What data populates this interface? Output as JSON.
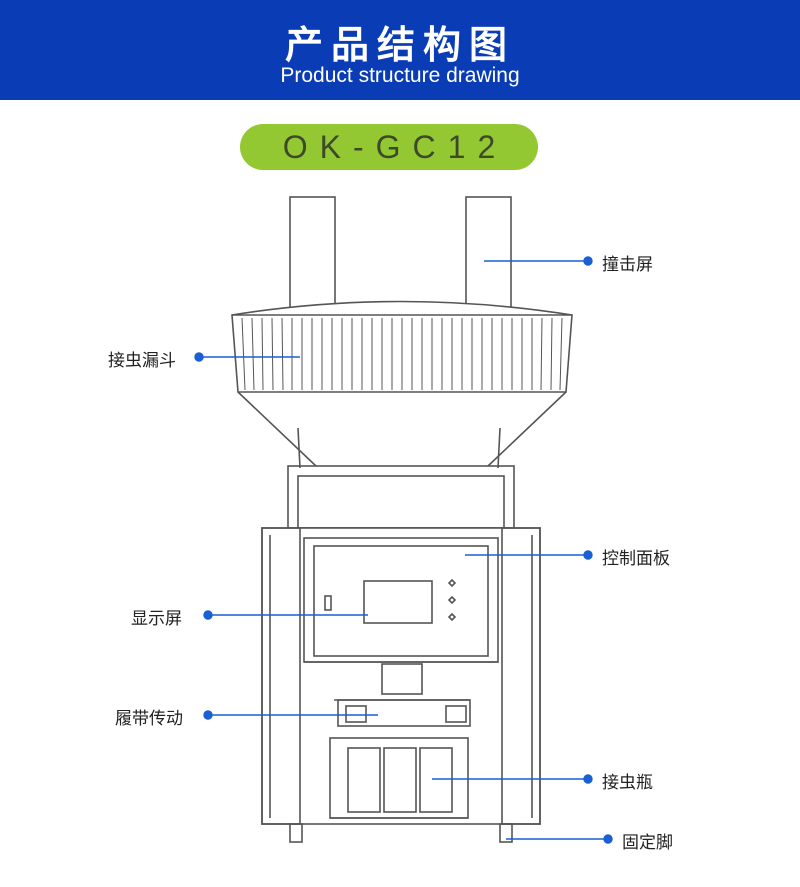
{
  "header": {
    "title": "产品结构图",
    "subtitle": "Product structure drawing"
  },
  "model": "OK-GC12",
  "callouts": {
    "impact_screen": "撞击屏",
    "insect_funnel": "接虫漏斗",
    "control_panel": "控制面板",
    "display_screen": "显示屏",
    "track_drive": "履带传动",
    "insect_bottle": "接虫瓶",
    "fixed_feet": "固定脚"
  },
  "colors": {
    "header_bg": "#0a3cb5",
    "model_pill": "#93c832",
    "callout_line": "#1a5fd6",
    "drawing_line": "#555555"
  }
}
